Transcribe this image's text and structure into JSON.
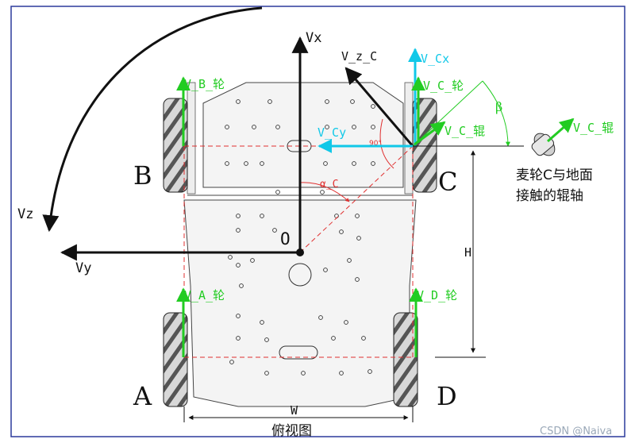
{
  "labels": {
    "vx": "Vx",
    "vy": "Vy",
    "vz": "Vz",
    "origin": "O",
    "vz_c": "V_z_C",
    "v_cx": "V_Cx",
    "v_cy": "V_Cy",
    "v_c_wheel": "V_C_轮",
    "v_c_roller": "V_C_辊",
    "v_c_roller_side": "V_C_辊",
    "v_b_wheel": "V_B_轮",
    "v_a_wheel": "V_A_轮",
    "v_d_wheel": "V_D_轮",
    "alpha_c": "α_C",
    "beta": "β",
    "angle_90": "90°",
    "wheel_a": "A",
    "wheel_b": "B",
    "wheel_c": "C",
    "wheel_d": "D",
    "dim_h": "H",
    "dim_w": "W",
    "caption": "俯视图",
    "note_line1": "麦轮C与地面",
    "note_line2": "接触的辊轴",
    "watermark": "CSDN @Naiva"
  },
  "colors": {
    "black": "#111111",
    "green": "#22cc22",
    "cyan": "#11c8e8",
    "red": "#e03030",
    "frame_blue": "#2b3a9c"
  }
}
